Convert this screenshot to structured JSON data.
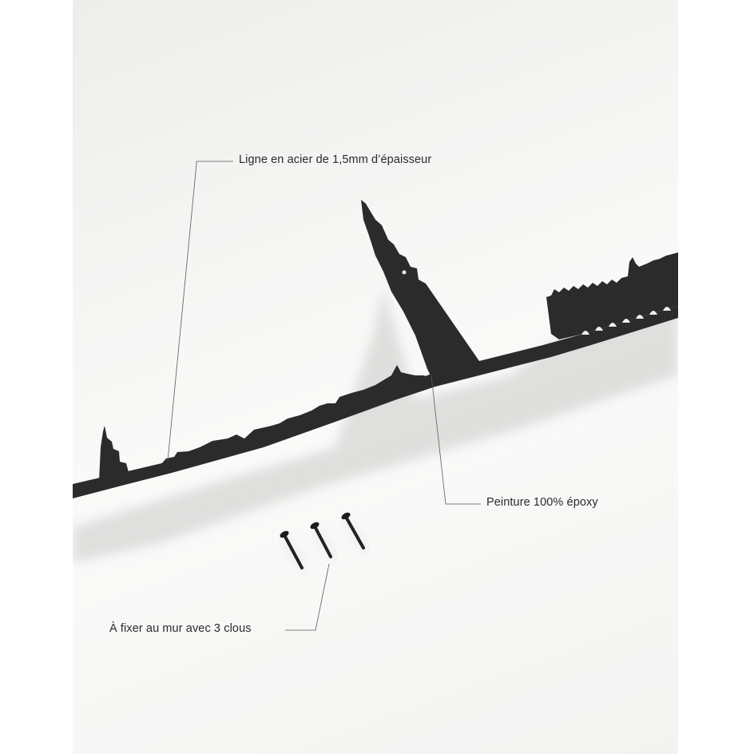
{
  "callouts": {
    "thickness": "Ligne en acier de 1,5mm d’épaisseur",
    "paint": "Peinture 100% époxy",
    "nails": "À fixer au mur avec 3 clous"
  },
  "colors": {
    "steel": "#2b2b2b",
    "shadow": "#bdbdbb",
    "leader_line": "#5a5a5a",
    "background": "#f4f4f3"
  }
}
